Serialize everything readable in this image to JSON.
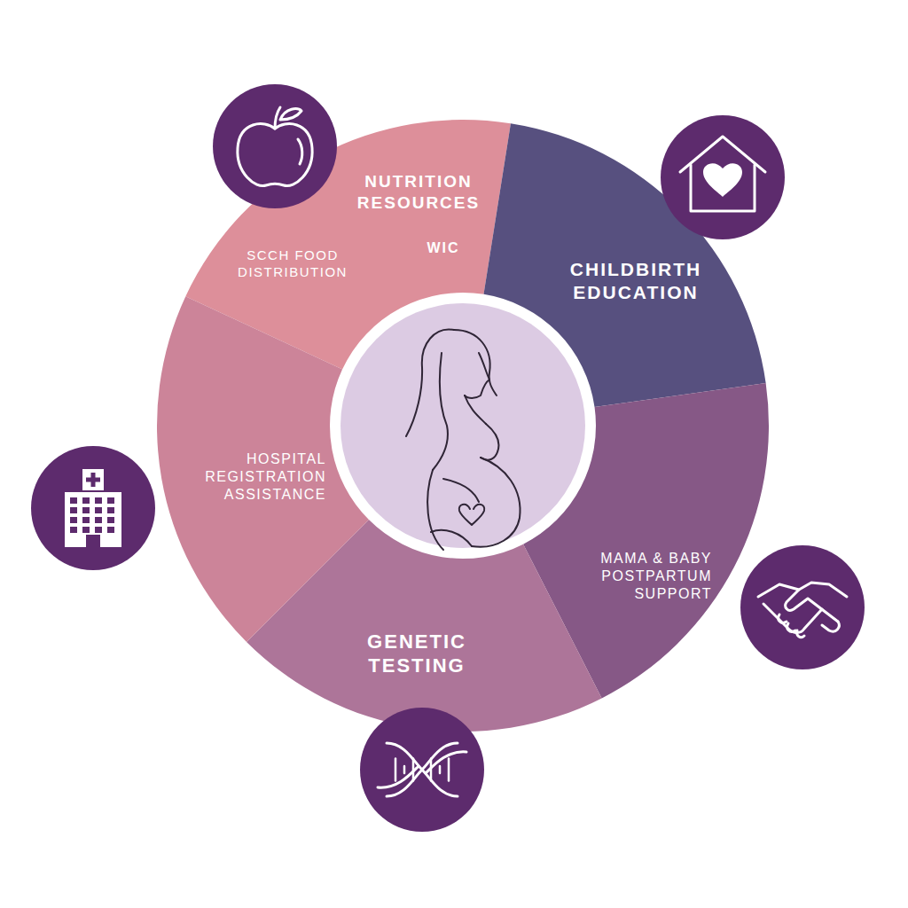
{
  "diagram": {
    "nodes": [
      {
        "text": [
          "NUTRITION RESOURCES",
          "WIC",
          "SCCH FOOD DISTRIBUTION"
        ]
      },
      {
        "text": [
          "CHILDBIRTH EDUCATION"
        ]
      },
      {
        "text": [
          "MAMA & BABY POSTPARTUM SUPPORT"
        ]
      },
      {
        "text": [
          "GENETIC TESTING"
        ]
      },
      {
        "text": [
          "HOSPITAL REGISTRATION ASSISTANCE"
        ]
      }
    ]
  }
}
